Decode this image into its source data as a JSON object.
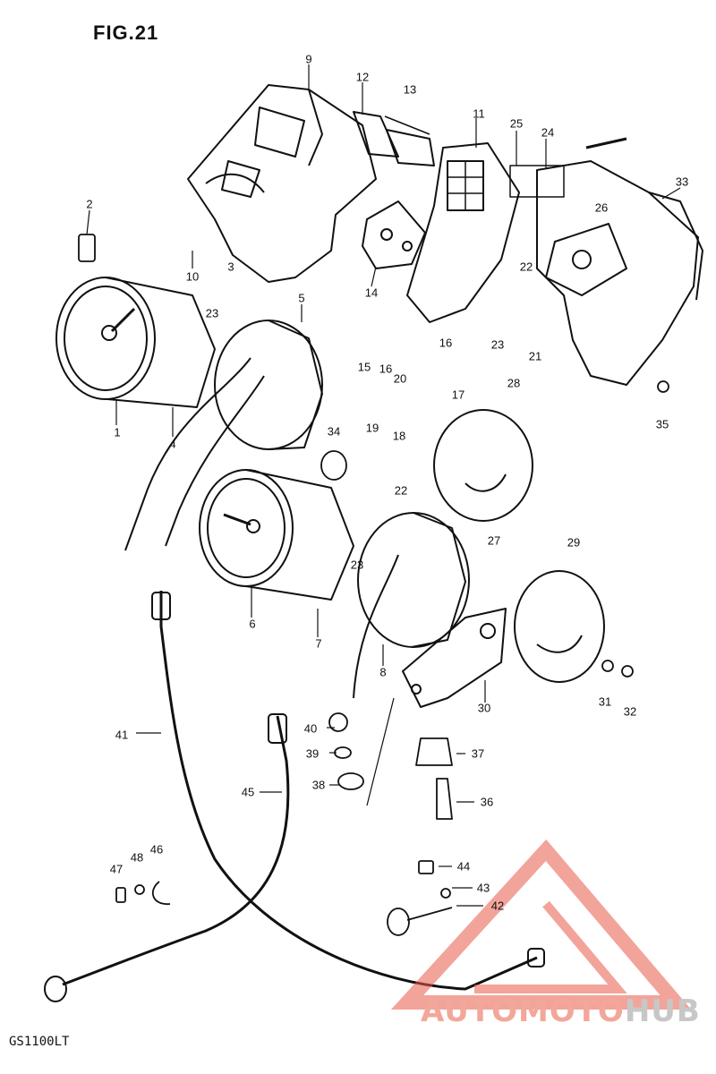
{
  "figure_title": "FIG.21",
  "model_code": "GS1100LT",
  "watermark": {
    "part1": "AUTOMOTO",
    "part2": "HUB",
    "color1": "#f2a79a",
    "color2": "#c7c7c7"
  },
  "labels": [
    "9",
    "12",
    "13",
    "11",
    "25",
    "24",
    "33",
    "2",
    "26",
    "10",
    "3",
    "14",
    "22",
    "5",
    "23",
    "23",
    "21",
    "15",
    "16",
    "16",
    "20",
    "17",
    "35",
    "1",
    "4",
    "19",
    "18",
    "28",
    "34",
    "22",
    "6",
    "23",
    "27",
    "29",
    "7",
    "8",
    "30",
    "31",
    "32",
    "40",
    "39",
    "41",
    "37",
    "45",
    "38",
    "36",
    "46",
    "47",
    "48",
    "44",
    "43",
    "42"
  ]
}
